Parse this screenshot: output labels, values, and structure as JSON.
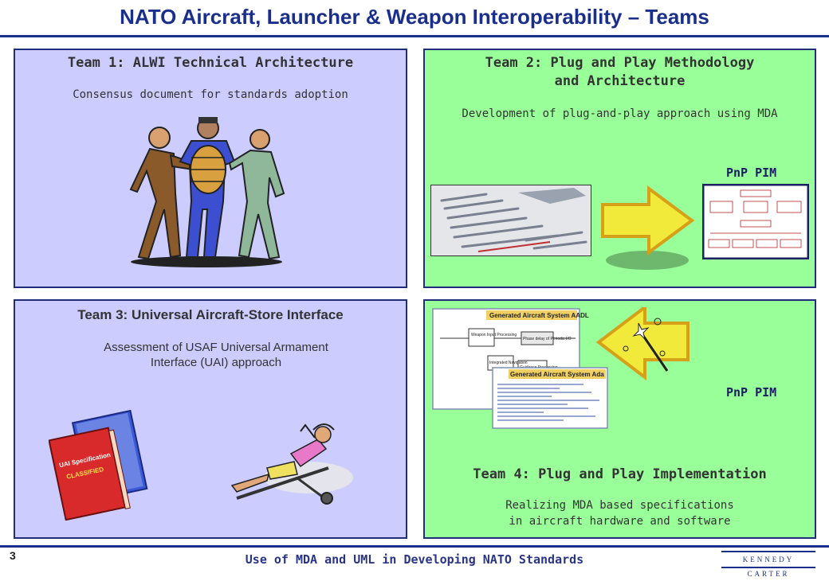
{
  "header": {
    "title": "NATO Aircraft, Launcher & Weapon Interoperability – Teams"
  },
  "team1": {
    "title": "Team 1: ALWI Technical Architecture",
    "description": "Consensus document for standards adoption"
  },
  "team2": {
    "title_line1": "Team 2: Plug and Play Methodology",
    "title_line2": "and Architecture",
    "description": "Development of plug-and-play approach using MDA",
    "pim_label": "PnP PIM"
  },
  "team3": {
    "title": "Team 3: Universal Aircraft-Store Interface",
    "description_line1": "Assessment of USAF Universal Armament",
    "description_line2": "Interface (UAI) approach",
    "book_title": "UAI Specification",
    "book_stamp": "CLASSIFIED"
  },
  "team4": {
    "title": "Team 4: Plug and Play Implementation",
    "description_line1": "Realizing MDA based specifications",
    "description_line2": "in aircraft hardware and software",
    "pim_label": "PnP PIM",
    "aadl_title": "Generated Aircraft System AADL",
    "ada_title": "Generated Aircraft System Ada",
    "diagram_labels": [
      "Weapon Input Processing",
      "Phase delay of Periodic I/O",
      "Integrated Navigation",
      "Guidance Processing"
    ]
  },
  "footer": {
    "page_number": "3",
    "text": "Use of MDA and UML in Developing NATO Standards",
    "logo": "KENNEDY CARTER"
  },
  "colors": {
    "title": "#1a2f8c",
    "team_blue_bg": "#ccccff",
    "team_green_bg": "#99ff99",
    "panel_border": "#1f2d7a"
  }
}
